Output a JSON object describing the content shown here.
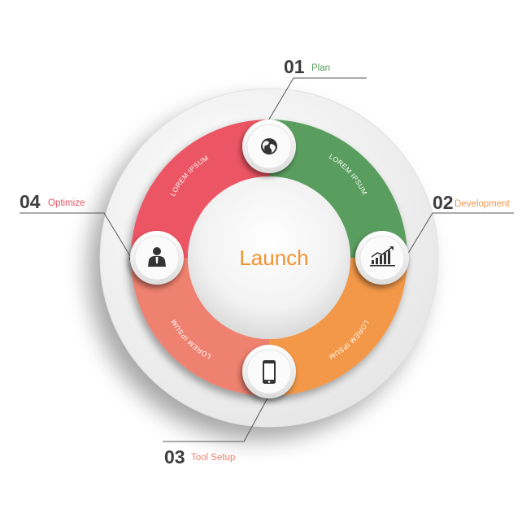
{
  "center_label": "Launch",
  "colors": {
    "plan": "#5a9e5e",
    "development": "#f3984a",
    "tool_setup": "#ef8170",
    "optimize": "#ec5464",
    "center_text": "#f0922e",
    "number_text": "#3d3d3d"
  },
  "steps": [
    {
      "number": "01",
      "label": "Plan",
      "label_color": "#5a9e5e",
      "icon": "globe-icon"
    },
    {
      "number": "02",
      "label": "Development",
      "label_color": "#f3984a",
      "icon": "bar-chart-icon"
    },
    {
      "number": "03",
      "label": "Tool Setup",
      "label_color": "#ef8170",
      "icon": "smartphone-icon"
    },
    {
      "number": "04",
      "label": "Optimize",
      "label_color": "#ec5464",
      "icon": "businessman-icon"
    }
  ],
  "segment_texts": [
    "LOREM IPSUM",
    "LOREM IPSUM",
    "LOREM IPSUM",
    "LOREM IPSUM"
  ]
}
